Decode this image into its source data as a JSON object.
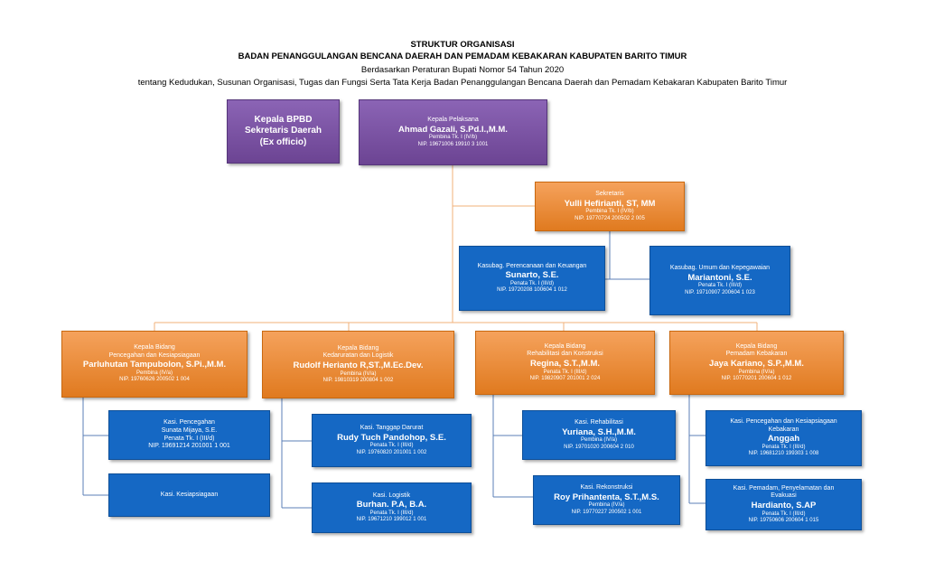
{
  "header": {
    "title": "STRUKTUR ORGANISASI",
    "subtitle": "BADAN PENANGGULANGAN BENCANA DAERAH DAN PEMADAM KEBAKARAN KABUPATEN BARITO TIMUR",
    "basis": "Berdasarkan Peraturan Bupati Nomor 54 Tahun 2020",
    "about": "tentang Kedudukan, Susunan Organisasi, Tugas dan Fungsi Serta Tata Kerja Badan Penanggulangan Bencana Daerah dan Pemadam Kebakaran Kabupaten Barito Timur"
  },
  "kepala_bpbd": {
    "line1": "Kepala BPBD",
    "line2": "Sekretaris Daerah",
    "line3": "(Ex officio)"
  },
  "kepala_pelaksana": {
    "role": "Kepala Pelaksana",
    "name": "Ahmad Gazali, S.Pd.I.,M.M.",
    "rank": "Pembina  Tk. I (IV/b)",
    "nip": "NIP. 19671006 19910 3 1001"
  },
  "sekretaris": {
    "role": "Sekretaris",
    "name": "Yulli Hefirianti, ST, MM",
    "rank": "Pembina  Tk. I (IV/b)",
    "nip": "NIP. 19770724 200502 2 005"
  },
  "kasubag_perencanaan": {
    "role": "Kasubag. Perencanaan dan Keuangan",
    "name": "Sunarto, S.E.",
    "rank": "Penata Tk. I (III/d)",
    "nip": "NIP. 19720208 100604 1 012"
  },
  "kasubag_umum": {
    "role": "Kasubag. Umum dan Kepegawaian",
    "name": "Mariantoni, S.E.",
    "rank": "Penata Tk. I (III/d)",
    "nip": "NIP. 19710907 200604 1 023"
  },
  "bidang_pencegahan": {
    "role1": "Kepala Bidang",
    "role2": "Pencegahan dan Kesiapsiagaan",
    "name": "Parluhutan Tampubolon, S.Pi.,M.M.",
    "rank": "Pembina (IV/a)",
    "nip": "NIP. 19760626 200502 1 004"
  },
  "bidang_kedaruratan": {
    "role1": "Kepala Bidang",
    "role2": "Kedaruratan dan Logistik",
    "name": "Rudolf Herianto R,ST.,M.Ec.Dev.",
    "rank": "Pembina (IV/a)",
    "nip": "NIP. 19810319 200804 1 002"
  },
  "bidang_rehabilitasi": {
    "role1": "Kepala Bidang",
    "role2": "Rehabilitasi dan Konstruksi",
    "name": "Regina, S.T.,M.M.",
    "rank": "Penata Tk. I (III/d)",
    "nip": "NIP. 19820907 201001 2 024"
  },
  "bidang_pemadam": {
    "role1": "Kepala Bidang",
    "role2": "Pemadam Kebakaran",
    "name": "Jaya Kariano, S.P.,M.M.",
    "rank": "Pembina (IV/a)",
    "nip": "NIP. 10770201 200604 1 012"
  },
  "kasi_pencegahan": {
    "role": "Kasi. Pencegahan",
    "name": "Sunata Mijaya, S.E.",
    "rank": "Penata Tk. I (III/d)",
    "nip": "NIP. 19691214 201001 1 001"
  },
  "kasi_kesiapsiagaan": {
    "role": "Kasi. Kesiapsiagaan"
  },
  "kasi_tanggap": {
    "role": "Kasi. Tanggap Darurat",
    "name": "Rudy Tuch Pandohop, S.E.",
    "rank": "Penata Tk. I (III/d)",
    "nip": "NIP. 19760820 201001 1 002"
  },
  "kasi_logistik": {
    "role": "Kasi. Logistik",
    "name": "Burhan. P.A, B.A.",
    "rank": "Penata Tk. I  (III/d)",
    "nip": "NIP. 19671210 199012 1 001"
  },
  "kasi_rehabilitasi": {
    "role": "Kasi. Rehabilitasi",
    "name": "Yuriana, S.H.,M.M.",
    "rank": "Pembina (IV/a)",
    "nip": "NIP. 19701020 200604 2 010"
  },
  "kasi_rekonstruksi": {
    "role": "Kasi. Rekonstruksi",
    "name": "Roy Prihantenta, S.T.,M.S.",
    "rank": "Pembina (IV/a)",
    "nip": "NIP. 19770227 200502 1 001"
  },
  "kasi_pencegahan_kebakaran": {
    "role1": "Kasi. Pencegahan dan Kesiapsiagaan",
    "role2": "Kebakaran",
    "name": "Anggah",
    "rank": "Penata Tk. I (III/d)",
    "nip": "NIP. 19681210 199303 1 008"
  },
  "kasi_pemadam": {
    "role1": "Kasi. Pemadam, Penyelamatan dan",
    "role2": "Evakuasi",
    "name": "Hardianto, S.AP",
    "rank": "Penata Tk. I (III/d)",
    "nip": "NIP. 19750606 200604 1 015"
  },
  "colors": {
    "purple": "#7650a3",
    "orange": "#ee8c33",
    "blue": "#1568c4",
    "connector": "#f2b27a"
  }
}
